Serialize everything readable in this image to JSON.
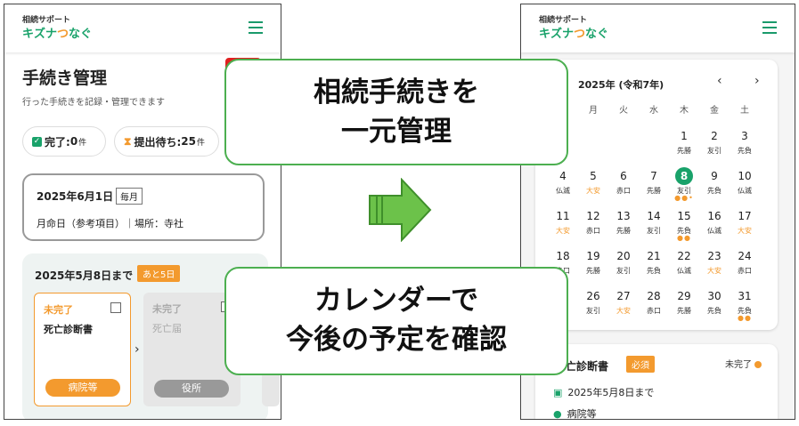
{
  "brand": {
    "sub": "相続サポート",
    "main_a": "キズナ",
    "main_o": "つ",
    "main_b": "なぐ"
  },
  "left": {
    "title": "手続き管理",
    "subtitle": "行った手続きを記録・管理できます",
    "stats": {
      "done_label": "完了:",
      "done_count": "0",
      "done_unit": "件",
      "wait_label": "提出待ち:",
      "wait_count": "25",
      "wait_unit": "件"
    },
    "event": {
      "date": "2025年6月1日",
      "tag": "毎月",
      "info": "月命日（参考項目）｜場所：寺社"
    },
    "deadline": {
      "date": "2025年5月8日まで",
      "badge": "あと5日",
      "cards": [
        {
          "status": "未完了",
          "name": "死亡診断書",
          "button": "病院等"
        },
        {
          "status": "未完了",
          "name": "死亡届",
          "button": "役所"
        }
      ]
    }
  },
  "right": {
    "calendar": {
      "month": "2025年 (令和7年)",
      "weekdays": [
        "月",
        "火",
        "水",
        "木",
        "金",
        "土"
      ],
      "week0": [
        {
          "d": "1",
          "l": "先勝"
        },
        {
          "d": "2",
          "l": "友引"
        },
        {
          "d": "3",
          "l": "先負"
        }
      ],
      "week1": [
        {
          "d": "4",
          "l": "仏滅"
        },
        {
          "d": "5",
          "l": "大安"
        },
        {
          "d": "6",
          "l": "赤口"
        },
        {
          "d": "7",
          "l": "先勝"
        },
        {
          "d": "8",
          "l": "友引"
        },
        {
          "d": "9",
          "l": "先負"
        },
        {
          "d": "10",
          "l": "仏滅"
        }
      ],
      "week2": [
        {
          "d": "11",
          "l": "大安"
        },
        {
          "d": "12",
          "l": "赤口"
        },
        {
          "d": "13",
          "l": "先勝"
        },
        {
          "d": "14",
          "l": "友引"
        },
        {
          "d": "15",
          "l": "先負"
        },
        {
          "d": "16",
          "l": "仏滅"
        },
        {
          "d": "17",
          "l": "大安"
        }
      ],
      "week3": [
        {
          "d": "18",
          "l": "赤口"
        },
        {
          "d": "19",
          "l": "先勝"
        },
        {
          "d": "20",
          "l": "友引"
        },
        {
          "d": "21",
          "l": "先負"
        },
        {
          "d": "22",
          "l": "仏滅"
        },
        {
          "d": "23",
          "l": "大安"
        },
        {
          "d": "24",
          "l": "赤口"
        }
      ],
      "week4": [
        {
          "d": "26",
          "l": "友引"
        },
        {
          "d": "27",
          "l": "大安"
        },
        {
          "d": "28",
          "l": "赤口"
        },
        {
          "d": "29",
          "l": "先勝"
        },
        {
          "d": "30",
          "l": "先負"
        },
        {
          "d": "31",
          "l": "先負"
        }
      ]
    },
    "task": {
      "title": "亡診断書",
      "required": "必須",
      "status": "未完了",
      "deadline": "2025年5月8日まで",
      "place": "病院等"
    }
  },
  "callouts": {
    "top": [
      "相続手続きを",
      "一元管理"
    ],
    "bottom": [
      "カレンダーで",
      "今後の予定を確認"
    ]
  },
  "colors": {
    "accent_green": "#19a26a",
    "accent_orange": "#f39a2e",
    "arrow_green": "#6cc24a",
    "alert_red": "#e02020"
  }
}
